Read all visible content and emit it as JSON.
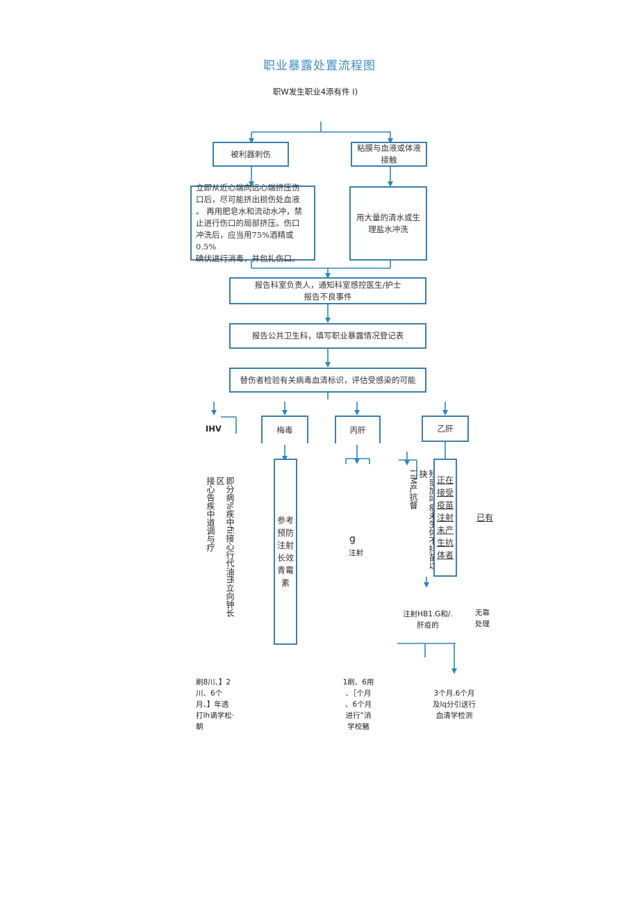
{
  "title": "职业暴露处置流程图",
  "subtitle": "职W发生职业4添有件 I)",
  "boxes": {
    "sharp_injury": "被利器刺伤",
    "mucosa_contact": "粘膜与血液或体液\n接触",
    "wound_treatment": "立即从近心端向远心端挤压伤\n口后，尽可能挤出损伤处血液\n。 再用肥皂水和流动水冲，禁\n止进行伤口的局部挤压。伤口\n冲洗后，应当用75%酒精或0.5%\n碘伏进行消毒，并包扎伤口。",
    "rinse": "用大量的清水或生\n理盐水冲洗",
    "report_dept": "报告科室负责人，通知科室感控医生/护士\n报告不良事件",
    "report_public_health": "报告公共卫生科，填写职业暴露情况登记表",
    "evaluate": "替伤者检验有关病毒血清标识，评估受感染的可能",
    "hiv": "IHV",
    "syphilis": "梅毒",
    "hepc": "丙肝",
    "hepb": "乙肝"
  },
  "branches": {
    "hiv_text": "即分病%疾中fii接心行代油ffi立向钟长区\n接心告疾中道调与疗",
    "syphilis_text": "参考\n预防\n注射\n长效\n青霉\n素",
    "hepc_text_g": "g",
    "hepc_text_inject": "注射",
    "hepb_not_vaccinated": "残或加叫疫未生体不抖苗以抉\ni iM产抗督",
    "hepb_vaccinated": "正在\n接受\n疫苗\n注射\n未产\n生抗\n体者",
    "hepb_already": "已有",
    "hbig": "注射HB1.G和/.\n肝疫的",
    "no_treatment": "无靠\n处理"
  },
  "followups": {
    "hiv": "刷8川、】2\n川、6个\n月、】年透\n打lh谪学松·\n朝",
    "hepc": "1刷、6用\n、［个月\n、6个月\n进行“消\n学校豬",
    "hepb": "3个月.6个月\n及lq分引送行\n血清学检测"
  },
  "colors": {
    "line": "#2e86b8",
    "box_border": "#3a7fa8",
    "title": "#3c8cc4"
  }
}
